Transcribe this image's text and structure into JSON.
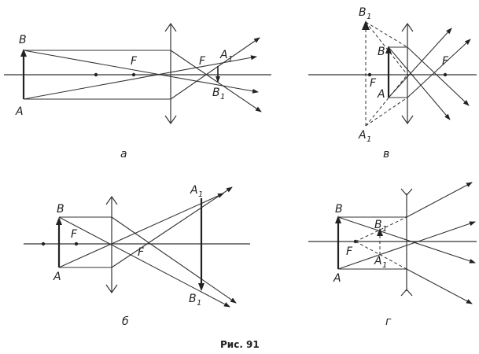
{
  "figure": {
    "title": "Рис. 91"
  },
  "colors": {
    "ink": "#222222",
    "background": "#ffffff"
  },
  "panels": {
    "a": {
      "caption": "а",
      "labels": {
        "B": "B",
        "A": "A",
        "F_left": "F",
        "F_right": "F",
        "A1": "A",
        "A1_sub": "1",
        "B1": "B",
        "B1_sub": "1"
      }
    },
    "v": {
      "caption": "в",
      "labels": {
        "B1": "B",
        "B1_sub": "1",
        "B": "B",
        "A": "A",
        "F_left": "F",
        "F_right": "F",
        "A1": "A",
        "A1_sub": "1"
      }
    },
    "b": {
      "caption": "б",
      "labels": {
        "B": "B",
        "A": "A",
        "F_left": "F",
        "F_right": "F",
        "A1": "A",
        "A1_sub": "1",
        "B1": "B",
        "B1_sub": "1"
      }
    },
    "g": {
      "caption": "г",
      "labels": {
        "B": "B",
        "A": "A",
        "F": "F",
        "B1": "B",
        "B1_sub": "1",
        "A1": "A",
        "A1_sub": "1"
      }
    }
  }
}
